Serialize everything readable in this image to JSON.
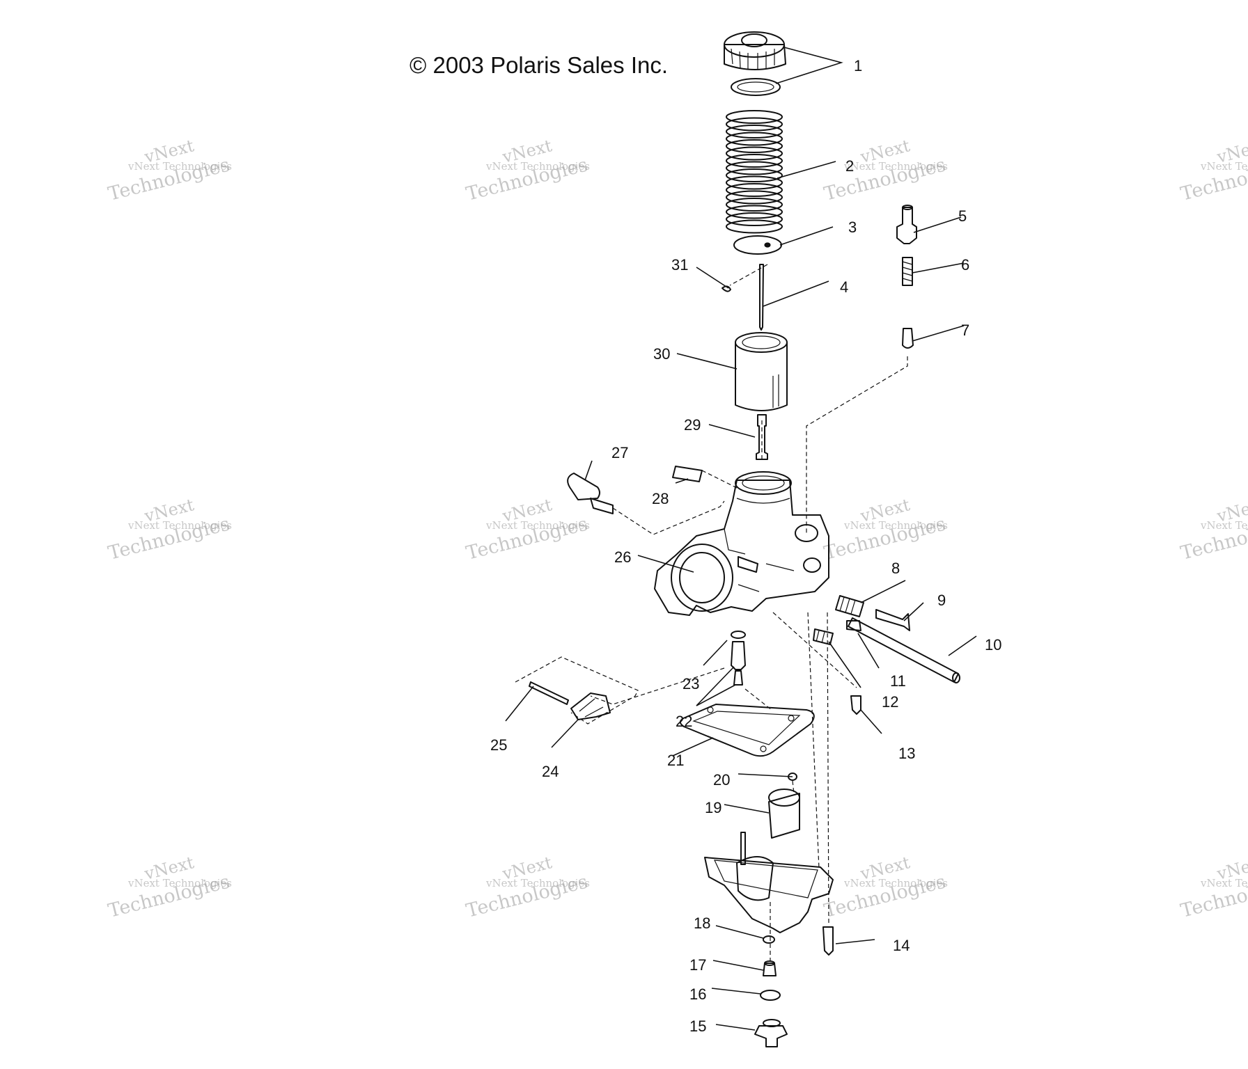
{
  "copyright": "© 2003 Polaris Sales Inc.",
  "watermark": {
    "line1": "vNext",
    "line2": "vNext Technologies",
    "line3": "Technologies"
  },
  "callouts": [
    "1",
    "2",
    "3",
    "4",
    "5",
    "6",
    "7",
    "8",
    "9",
    "10",
    "11",
    "12",
    "13",
    "14",
    "15",
    "16",
    "17",
    "18",
    "19",
    "20",
    "21",
    "22",
    "23",
    "24",
    "25",
    "26",
    "27",
    "28",
    "29",
    "30",
    "31"
  ]
}
